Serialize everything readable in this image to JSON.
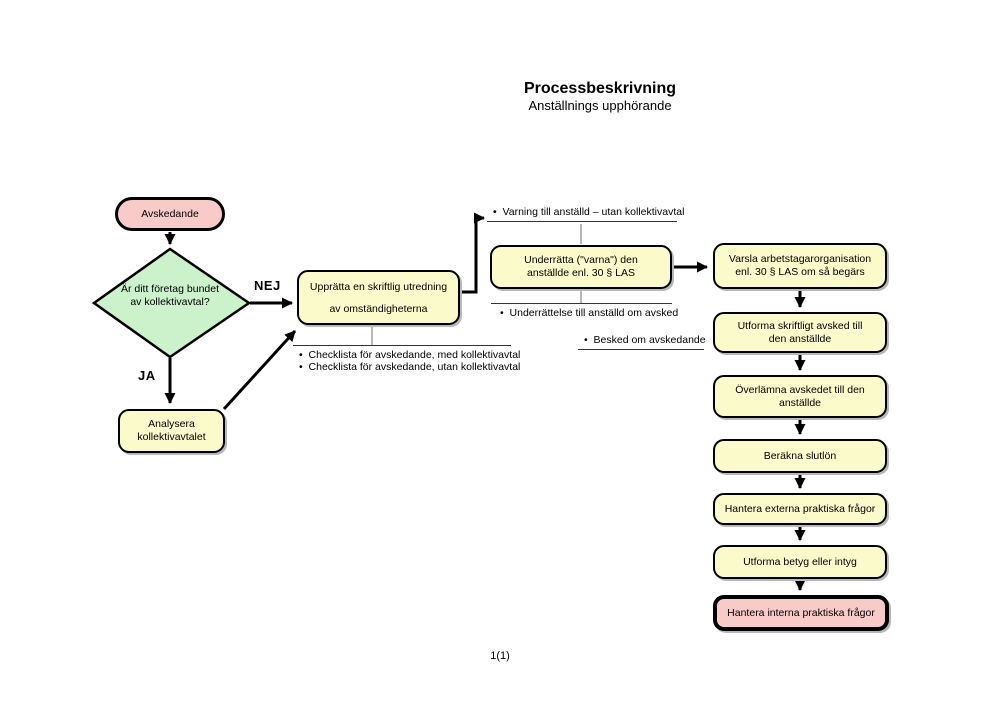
{
  "page": {
    "title": "Processbeskrivning",
    "subtitle": "Anställnings upphörande",
    "page_number": "1(1)"
  },
  "branch_labels": {
    "no": "NEJ",
    "yes": "JA"
  },
  "colors": {
    "process_fill": "#FBFACB",
    "start_end_fill": "#F8CBC9",
    "decision_fill": "#CBF2CB",
    "border": "#000000",
    "connector_thin": "#888888"
  },
  "nodes": {
    "start": "Avskedande",
    "decision": "Är ditt företag bundet av kollektivavtal?",
    "analyze": "Analysera kollektivavtalet",
    "investigation": "Upprätta en skriftlig utredning av omständigheterna",
    "notify": "Underrätta (\"varna\") den anställde enl. 30 § LAS",
    "warn_union": "Varsla arbetstagarorganisation enl. 30 § LAS om så begärs",
    "written_dismissal": "Utforma skriftligt avsked till den anställde",
    "handover": "Överlämna avskedet till den anställde",
    "final_pay": "Beräkna slutlön",
    "external_matters": "Hantera externa praktiska frågor",
    "certificate": "Utforma betyg eller intyg",
    "internal_matters": "Hantera interna praktiska frågor"
  },
  "attachments": {
    "varning": "Varning till anställd – utan kollektivavtal",
    "underrattelse": "Underrättelse till anställd om avsked",
    "besked": "Besked om avskedande",
    "checklist": [
      "Checklista för avskedande, med kollektivavtal",
      "Checklista för avskedande, utan kollektivavtal"
    ]
  }
}
